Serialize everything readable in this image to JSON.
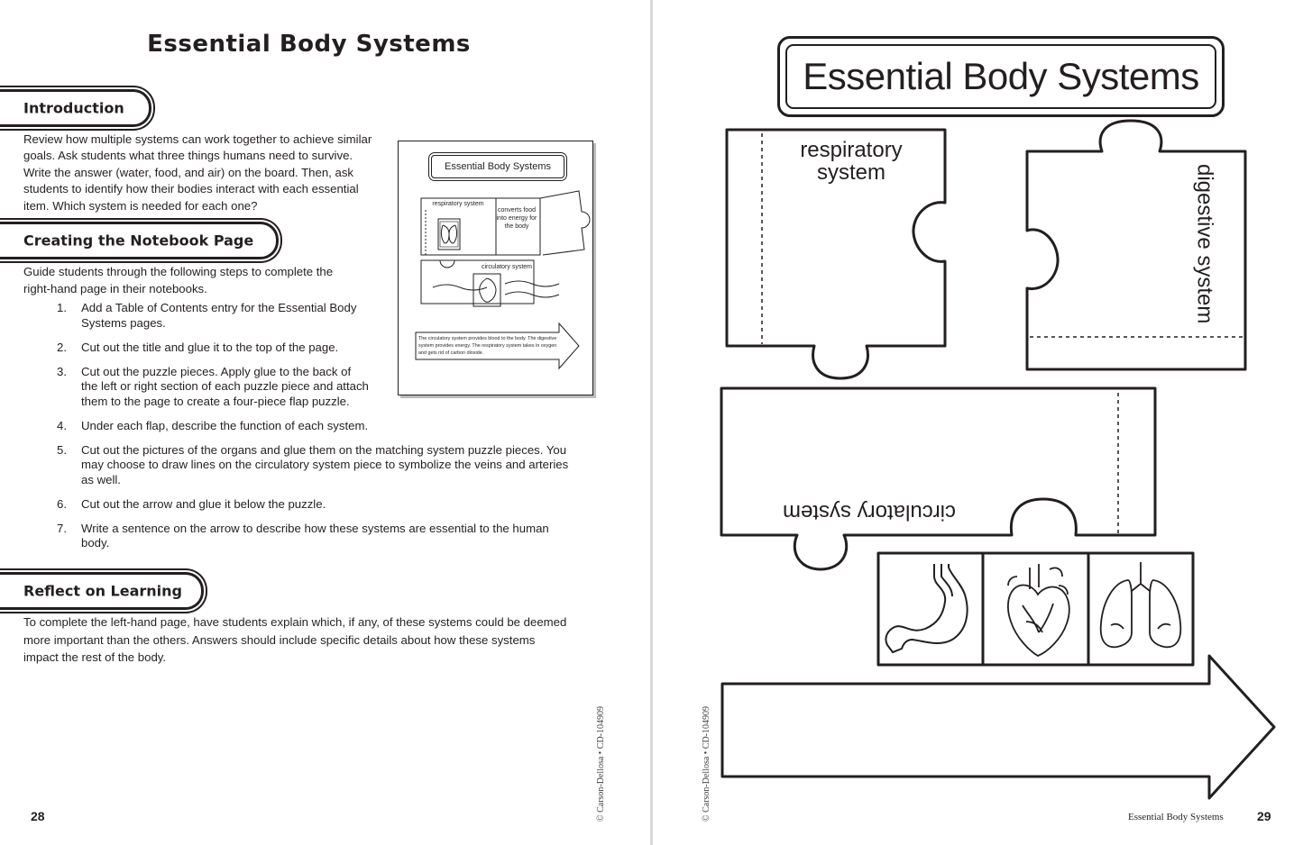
{
  "left_page": {
    "title": "Essential Body Systems",
    "introduction": {
      "heading": "Introduction",
      "lines": [
        "Review how multiple systems can work together to achieve similar",
        "goals. Ask students what three things humans need to survive.",
        "Write the answer (water, food, and air) on the board. Then, ask",
        "students to identify how their bodies interact with each essential",
        "item. Which system is needed for each one?"
      ]
    },
    "creating": {
      "heading": "Creating the Notebook Page",
      "lines": [
        "Guide students through the following steps to complete the",
        "right-hand page in their notebooks."
      ],
      "steps": [
        {
          "num": "1.",
          "lines": [
            "Add a Table of Contents entry for the Essential Body",
            "Systems pages."
          ]
        },
        {
          "num": "2.",
          "lines": [
            "Cut out the title and glue it to the top of the page."
          ]
        },
        {
          "num": "3.",
          "lines": [
            "Cut out the puzzle pieces. Apply glue to the back of",
            "the left or right section of each puzzle piece and attach",
            "them to the page to create a four-piece flap puzzle."
          ]
        },
        {
          "num": "4.",
          "lines": [
            "Under each flap, describe the function of each system."
          ]
        },
        {
          "num": "5.",
          "lines": [
            "Cut out the pictures of the organs and glue them on the matching system puzzle pieces. You",
            "may choose to draw lines on the circulatory system piece to symbolize the veins and arteries",
            "as well."
          ]
        },
        {
          "num": "6.",
          "lines": [
            "Cut out the arrow and glue it below the puzzle."
          ]
        },
        {
          "num": "7.",
          "lines": [
            "Write a sentence on the arrow to describe how these systems are essential to the human",
            "body."
          ]
        }
      ]
    },
    "reflect": {
      "heading": "Reflect on Learning",
      "lines": [
        "To complete the left-hand page, have students explain which, if any, of these systems could be deemed",
        "more important than the others. Answers should include specific details about how these systems",
        "impact the rest of the body."
      ]
    },
    "thumbnail": {
      "title": "Essential Body Systems",
      "respiratory_label": "respiratory system",
      "converts_label": "converts food into energy for the body",
      "circulatory_label": "circulatory system",
      "arrow_text": "The circulatory system provides blood to the body. The digestive system provides energy. The respiratory system takes in oxygen and gets rid of carbon dioxide."
    },
    "copyright": "© Carson-Dellosa • CD-104909",
    "page_number": "28"
  },
  "right_page": {
    "title": "Essential Body Systems",
    "respiratory_label": "respiratory system",
    "digestive_label": "digestive system",
    "circulatory_label": "circulatory system",
    "organ_icons": [
      "stomach-icon",
      "heart-icon",
      "lungs-icon"
    ],
    "copyright": "© Carson-Dellosa • CD-104909",
    "footer_title": "Essential Body Systems",
    "page_number": "29"
  }
}
